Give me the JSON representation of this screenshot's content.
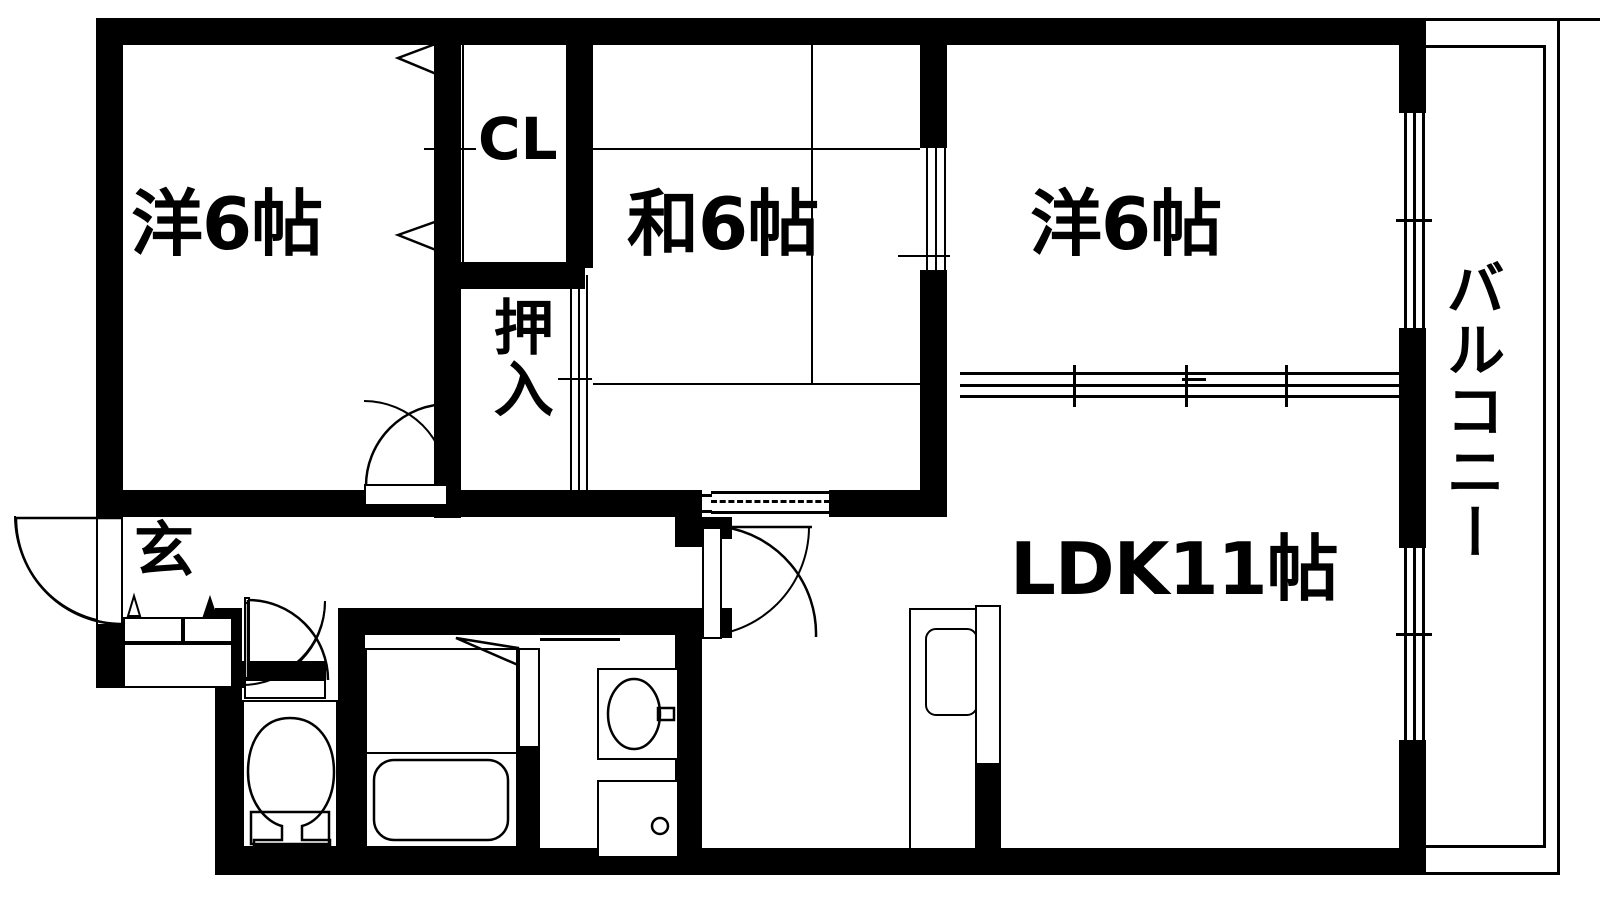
{
  "plan": {
    "type": "japanese-apartment-floor-plan",
    "layout_code": "3LDK",
    "background_color": "#ffffff",
    "line_color": "#000000"
  },
  "rooms": [
    {
      "id": "washitsu-left",
      "label": "洋6帖",
      "kind": "western-room",
      "size_jo": 6
    },
    {
      "id": "washitsu-middle",
      "label": "和6帖",
      "kind": "japanese-tatami-room",
      "size_jo": 6
    },
    {
      "id": "washitsu-right",
      "label": "洋6帖",
      "kind": "western-room",
      "size_jo": 6
    },
    {
      "id": "ldk",
      "label": "LDK11帖",
      "kind": "living-dining-kitchen",
      "size_jo": 11
    },
    {
      "id": "balcony",
      "label": "バルコニー",
      "kind": "balcony"
    },
    {
      "id": "genkan",
      "label": "玄",
      "kind": "entrance"
    }
  ],
  "storage": [
    {
      "id": "closet-cl",
      "label": "CL",
      "kind": "closet"
    },
    {
      "id": "oshiire",
      "label": "押入",
      "kind": "japanese-closet"
    }
  ],
  "fixtures": [
    {
      "id": "toilet",
      "name": "toilet-fixture"
    },
    {
      "id": "bathtub",
      "name": "bathtub-fixture"
    },
    {
      "id": "washbasin",
      "name": "kitchen-sink-fixture"
    },
    {
      "id": "stove",
      "name": "cooktop-fixture"
    },
    {
      "id": "refrigerator",
      "name": "refrigerator-unit"
    }
  ],
  "doors": [
    {
      "id": "entrance-door",
      "type": "swing"
    },
    {
      "id": "genkan-inner-door",
      "type": "swing"
    },
    {
      "id": "room-left-door",
      "type": "swing"
    },
    {
      "id": "ldk-hall-door",
      "type": "swing"
    },
    {
      "id": "bath-door",
      "type": "swing"
    },
    {
      "id": "closet-cl-doors",
      "type": "bifold"
    },
    {
      "id": "oshiire-doors",
      "type": "sliding"
    },
    {
      "id": "ldk-room-right-sliding",
      "type": "sliding"
    },
    {
      "id": "balcony-sliding-upper",
      "type": "sliding"
    },
    {
      "id": "balcony-sliding-lower",
      "type": "sliding"
    }
  ]
}
